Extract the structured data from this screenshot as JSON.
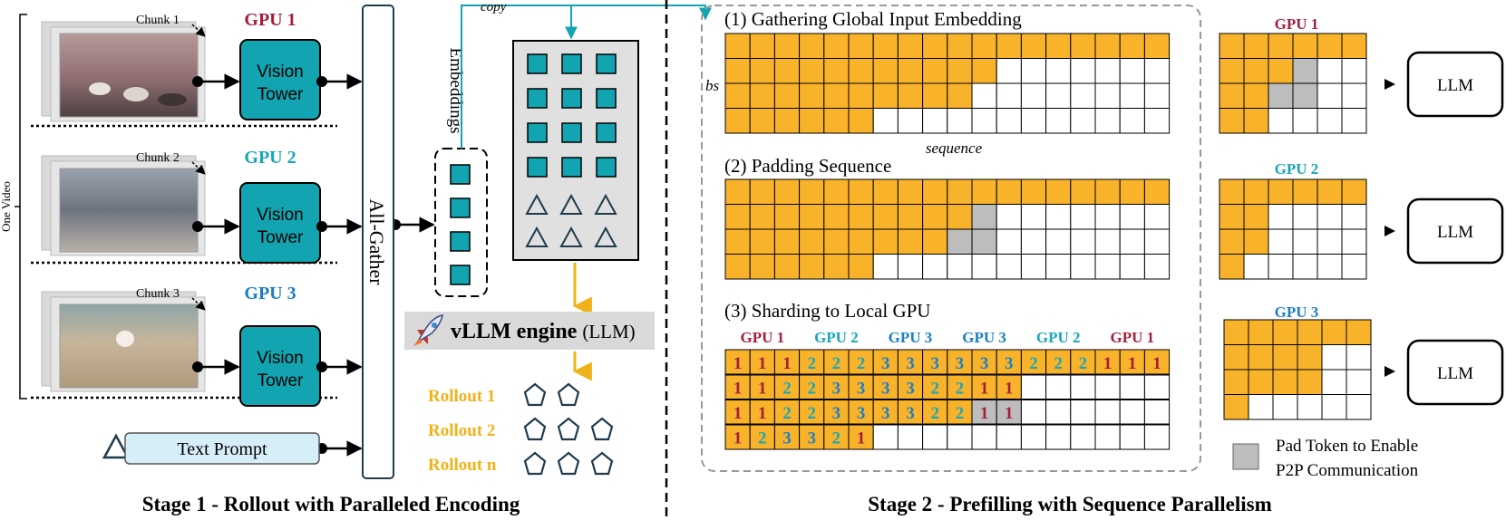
{
  "stage1": {
    "title": "Stage 1 - Rollout with Paralleled Encoding",
    "one_video": "One Video",
    "chunks": [
      "Chunk 1",
      "Chunk 2",
      "Chunk 3"
    ],
    "gpus": [
      {
        "label": "GPU 1",
        "color": "#a31f3c"
      },
      {
        "label": "GPU 2",
        "color": "#1aa6b7"
      },
      {
        "label": "GPU 3",
        "color": "#1b7fc4"
      }
    ],
    "vision_tower": [
      "Vision",
      "Tower"
    ],
    "text_prompt": "Text Prompt",
    "all_gather": "All-Gather",
    "embeddings": "Embeddings",
    "copy": "copy",
    "engine_bold": "vLLM engine",
    "engine_rest": "(LLM)",
    "rollouts": [
      "Rollout 1",
      "Rollout 2",
      "Rollout n"
    ]
  },
  "stage2": {
    "title": "Stage 2 - Prefilling with Sequence Parallelism",
    "step1": "(1) Gathering Global Input Embedding",
    "step2": "(2) Padding Sequence",
    "step3": "(3) Sharding to Local GPU",
    "bs": "bs",
    "sequence": "sequence",
    "shard_headers": [
      {
        "label": "GPU 1",
        "gpu": 1
      },
      {
        "label": "GPU 2",
        "gpu": 2
      },
      {
        "label": "GPU 3",
        "gpu": 3
      },
      {
        "label": "GPU 3",
        "gpu": 3
      },
      {
        "label": "GPU 2",
        "gpu": 2
      },
      {
        "label": "GPU 1",
        "gpu": 1
      }
    ],
    "shard_rows": [
      [
        "1",
        "1",
        "1",
        "2",
        "2",
        "2",
        "3",
        "3",
        "3",
        "3",
        "3",
        "3",
        "2",
        "2",
        "2",
        "1",
        "1",
        "1"
      ],
      [
        "1",
        "1",
        "2",
        "2",
        "3",
        "3",
        "3",
        "3",
        "2",
        "2",
        "1",
        "1"
      ],
      [
        "1",
        "1",
        "2",
        "2",
        "3",
        "3",
        "3",
        "3",
        "2",
        "2",
        "1",
        "1"
      ],
      [
        "1",
        "2",
        "3",
        "3",
        "2",
        "1"
      ]
    ],
    "llm_label": "LLM",
    "local_gpus": [
      "GPU 1",
      "GPU 2",
      "GPU 3"
    ],
    "legend": [
      "Pad Token to Enable",
      "P2P Communication"
    ]
  },
  "colors": {
    "orange": "#f8b32b",
    "teal": "#12a4b0",
    "gray": "#bdbdbd",
    "gold_text": "#f0b21a"
  }
}
